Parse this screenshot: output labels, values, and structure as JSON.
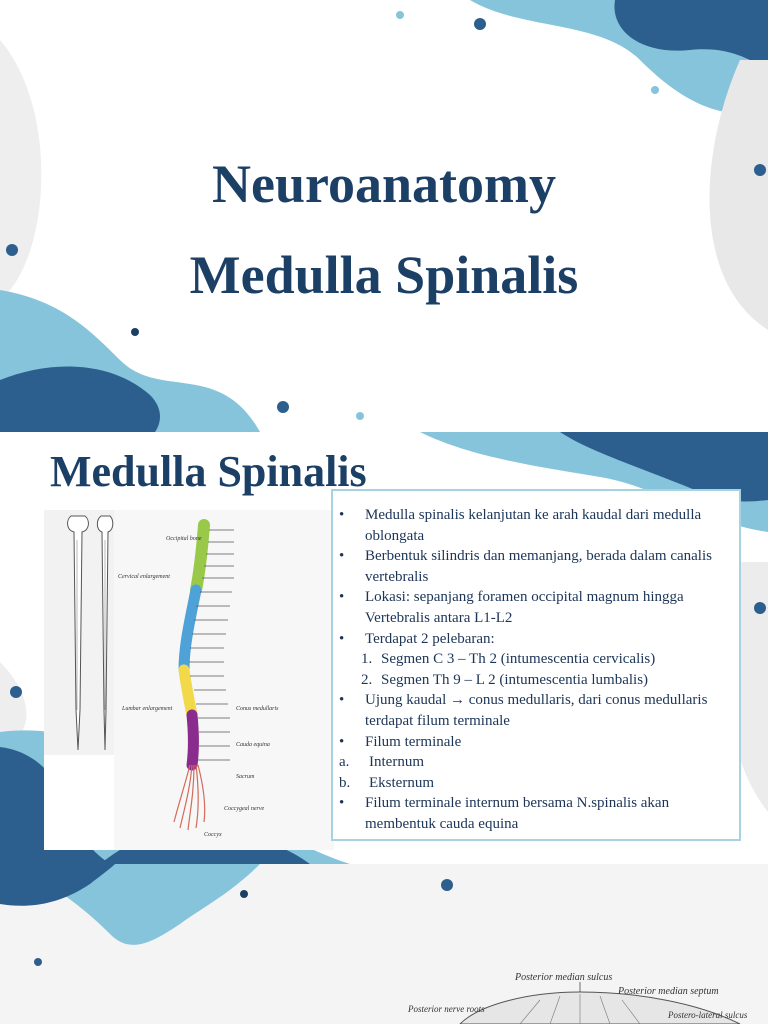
{
  "slide1": {
    "title_line1": "Neuroanatomy",
    "title_line2": "Medulla Spinalis",
    "colors": {
      "title": "#1c3f66",
      "dark_blob": "#2d5f8e",
      "light_blob": "#86c4dc"
    }
  },
  "slide2": {
    "title": "Medulla Spinalis",
    "bullets": [
      {
        "marker": "•",
        "text": "Medulla spinalis kelanjutan ke arah kaudal dari medulla oblongata"
      },
      {
        "marker": "•",
        "text": "Berbentuk silindris dan memanjang, berada dalam canalis vertebralis"
      },
      {
        "marker": "•",
        "text": "Lokasi: sepanjang foramen occipital magnum hingga Vertebralis antara L1-L2"
      },
      {
        "marker": "•",
        "text": "Terdapat 2 pelebaran:"
      },
      {
        "marker": "1.",
        "text": "Segmen C 3 – Th 2 (intumescentia cervicalis)"
      },
      {
        "marker": "2.",
        "text": "Segmen Th 9 – L 2 (intumescentia lumbalis)"
      },
      {
        "marker": "•",
        "text": "Ujung kaudal → conus medullaris, dari conus medullaris terdapat  filum terminale"
      },
      {
        "marker": "•",
        "text": "Filum terminale"
      },
      {
        "marker": "a.",
        "text": " Internum"
      },
      {
        "marker": "b.",
        "text": " Eksternum"
      },
      {
        "marker": "•",
        "text": "Filum terminale internum bersama N.spinalis akan membentuk cauda equina"
      }
    ],
    "figure_labels": {
      "occipital": "Occipital bone",
      "cervical": "Cervical enlargement",
      "lumbar": "Lumbar enlargement",
      "conus": "Conus medullaris",
      "cauda": "Cauda equina",
      "sacrum": "Sacrum",
      "coccygeal": "Coccygeal nerve",
      "coccyx": "Coccyx"
    }
  },
  "slide3": {
    "labels": {
      "posterior_median_sulcus": "Posterior median sulcus",
      "posterior_median_septum": "Posterior median septum",
      "posterior_nerve_roots": "Posterior nerve roots",
      "postero_lateral_sulcus": "Postero-lateral sulcus"
    }
  }
}
